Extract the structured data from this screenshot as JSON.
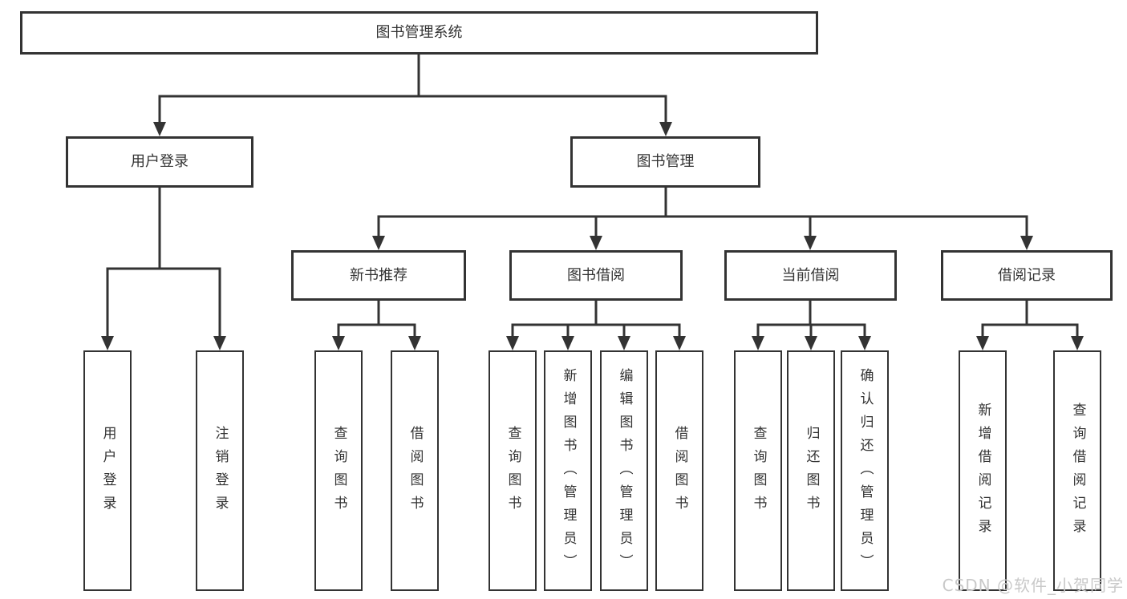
{
  "tree": {
    "label": "图书管理系统",
    "children": [
      {
        "label": "用户登录",
        "children": [
          {
            "label": "用户登录"
          },
          {
            "label": "注销登录"
          }
        ]
      },
      {
        "label": "图书管理",
        "children": [
          {
            "label": "新书推荐",
            "children": [
              {
                "label": "查询图书"
              },
              {
                "label": "借阅图书"
              }
            ]
          },
          {
            "label": "图书借阅",
            "children": [
              {
                "label": "查询图书"
              },
              {
                "label": "新增图书（管理员）"
              },
              {
                "label": "编辑图书（管理员）"
              },
              {
                "label": "借阅图书"
              }
            ]
          },
          {
            "label": "当前借阅",
            "children": [
              {
                "label": "查询图书"
              },
              {
                "label": "归还图书"
              },
              {
                "label": "确认归还（管理员）"
              }
            ]
          },
          {
            "label": "借阅记录",
            "children": [
              {
                "label": "新增借阅记录"
              },
              {
                "label": "查询借阅记录"
              }
            ]
          }
        ]
      }
    ]
  },
  "watermark": {
    "text": "CSDN @软件_小贺同学"
  },
  "colors": {
    "line": "#333333",
    "box_border": "#333333",
    "text": "#333333",
    "background": "#ffffff",
    "watermark": "#c9c9c9"
  }
}
